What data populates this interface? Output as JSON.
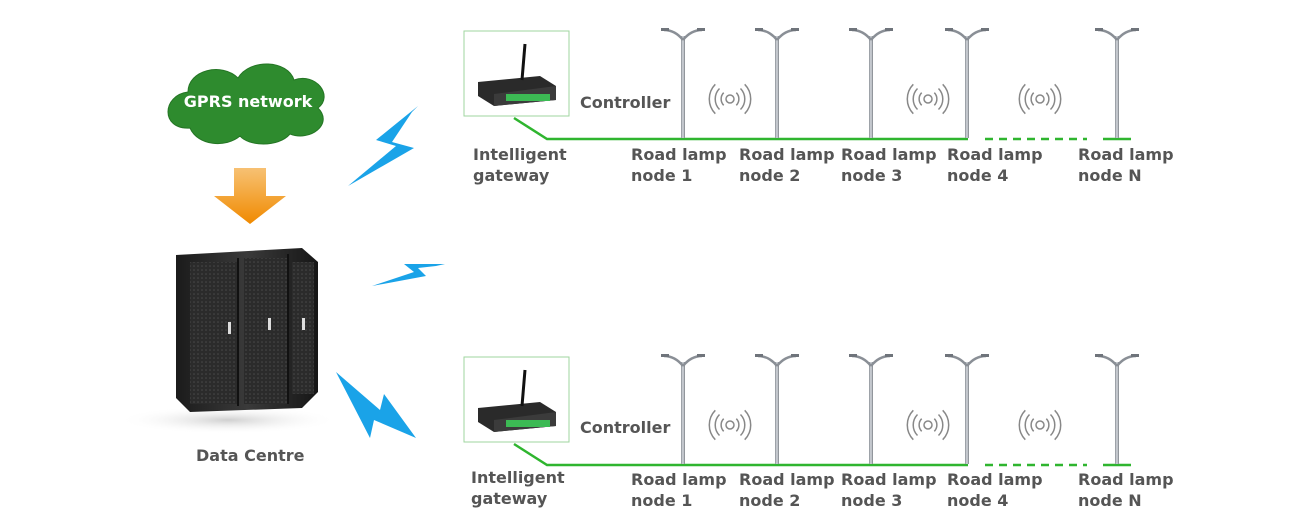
{
  "cloud": {
    "label": "GPRS network"
  },
  "datacentre": {
    "label": "Data Centre"
  },
  "colors": {
    "line": "#2fb52f",
    "cloud": "#2e8b2e",
    "arrow": "#f39c12",
    "bolt": "#1aa3e8",
    "frame": "#9fd69f",
    "text": "#555555"
  },
  "rows": [
    {
      "controller_label": "Controller",
      "gateway_label_1": "Intelligent",
      "gateway_label_2": "gateway",
      "nodes": [
        {
          "line1": "Road lamp",
          "line2": "node 1"
        },
        {
          "line1": "Road lamp",
          "line2": "node 2"
        },
        {
          "line1": "Road lamp",
          "line2": "node 3"
        },
        {
          "line1": "Road lamp",
          "line2": "node 4"
        },
        {
          "line1": "Road lamp",
          "line2": "node N"
        }
      ]
    },
    {
      "controller_label": "Controller",
      "gateway_label_1": "Intelligent",
      "gateway_label_2": "gateway",
      "nodes": [
        {
          "line1": "Road lamp",
          "line2": "node 1"
        },
        {
          "line1": "Road lamp",
          "line2": "node 2"
        },
        {
          "line1": "Road lamp",
          "line2": "node 3"
        },
        {
          "line1": "Road lamp",
          "line2": "node 4"
        },
        {
          "line1": "Road lamp",
          "line2": "node N"
        }
      ]
    }
  ]
}
